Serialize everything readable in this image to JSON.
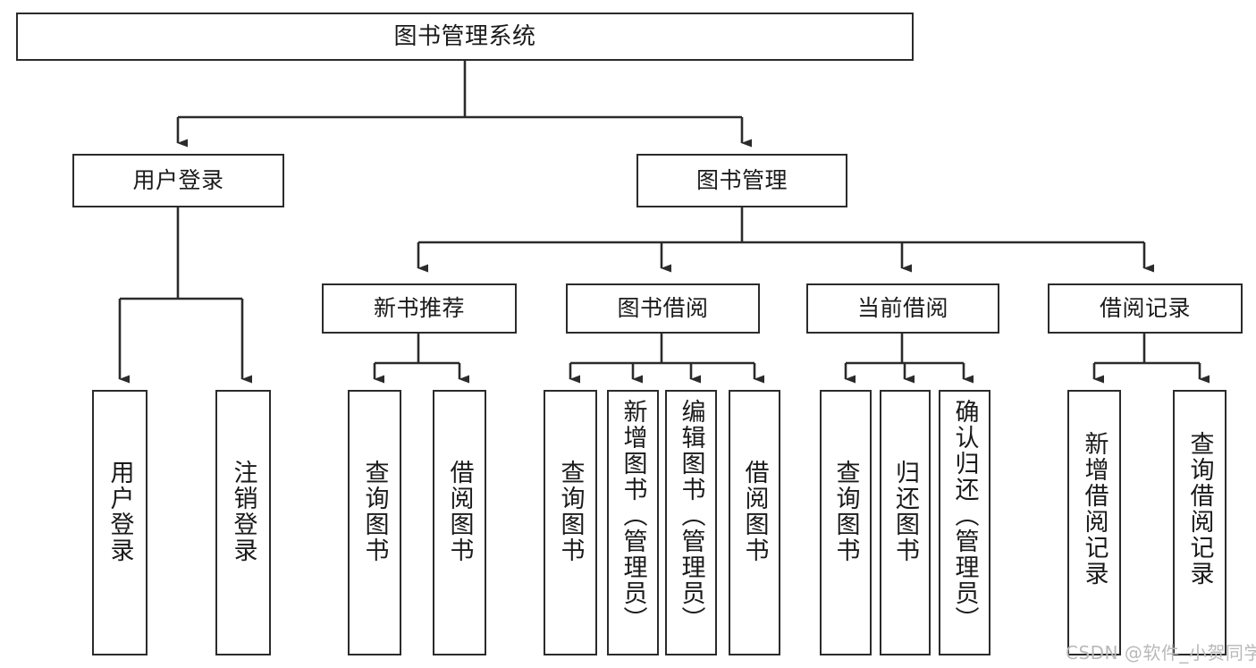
{
  "diagram": {
    "type": "tree",
    "title": "图书管理系统",
    "style": {
      "border_color": "#2b2b2b",
      "fill_color": "#ffffff",
      "text_color": "#1a1a1a",
      "background": "#ffffff",
      "watermark_color": "#b9b9b9"
    },
    "levels": {
      "root": {
        "label": "图书管理系统"
      },
      "level2": [
        {
          "label": "用户登录"
        },
        {
          "label": "图书管理"
        }
      ],
      "level3": [
        {
          "label": "新书推荐"
        },
        {
          "label": "图书借阅"
        },
        {
          "label": "当前借阅"
        },
        {
          "label": "借阅记录"
        }
      ]
    },
    "nodes": {
      "root": "图书管理系统",
      "user_login": "用户登录",
      "book_manage": "图书管理",
      "new_book_rec": "新书推荐",
      "book_borrow": "图书借阅",
      "current_borrow": "当前借阅",
      "borrow_record": "借阅记录",
      "leaf_user_login": "用户登录",
      "leaf_logout": "注销登录",
      "leaf_query_book_a": "查询图书",
      "leaf_borrow_book_a": "借阅图书",
      "leaf_query_book_b": "查询图书",
      "leaf_add_book": "新增图书（管理员）",
      "leaf_edit_book": "编辑图书（管理员）",
      "leaf_borrow_book_b": "借阅图书",
      "leaf_query_book_c": "查询图书",
      "leaf_return_book": "归还图书",
      "leaf_confirm_return": "确认归还（管理员）",
      "leaf_add_record": "新增借阅记录",
      "leaf_query_record": "查询借阅记录"
    },
    "edges": [
      {
        "from": "root",
        "to": "user_login"
      },
      {
        "from": "root",
        "to": "book_manage"
      },
      {
        "from": "user_login",
        "to": "leaf_user_login"
      },
      {
        "from": "user_login",
        "to": "leaf_logout"
      },
      {
        "from": "book_manage",
        "to": "new_book_rec"
      },
      {
        "from": "book_manage",
        "to": "book_borrow"
      },
      {
        "from": "book_manage",
        "to": "current_borrow"
      },
      {
        "from": "book_manage",
        "to": "borrow_record"
      },
      {
        "from": "new_book_rec",
        "to": "leaf_query_book_a"
      },
      {
        "from": "new_book_rec",
        "to": "leaf_borrow_book_a"
      },
      {
        "from": "book_borrow",
        "to": "leaf_query_book_b"
      },
      {
        "from": "book_borrow",
        "to": "leaf_add_book"
      },
      {
        "from": "book_borrow",
        "to": "leaf_edit_book"
      },
      {
        "from": "book_borrow",
        "to": "leaf_borrow_book_b"
      },
      {
        "from": "current_borrow",
        "to": "leaf_query_book_c"
      },
      {
        "from": "current_borrow",
        "to": "leaf_return_book"
      },
      {
        "from": "current_borrow",
        "to": "leaf_confirm_return"
      },
      {
        "from": "borrow_record",
        "to": "leaf_add_record"
      },
      {
        "from": "borrow_record",
        "to": "leaf_query_record"
      }
    ]
  },
  "watermark": {
    "text": "CSDN @软件_小贺同学"
  }
}
